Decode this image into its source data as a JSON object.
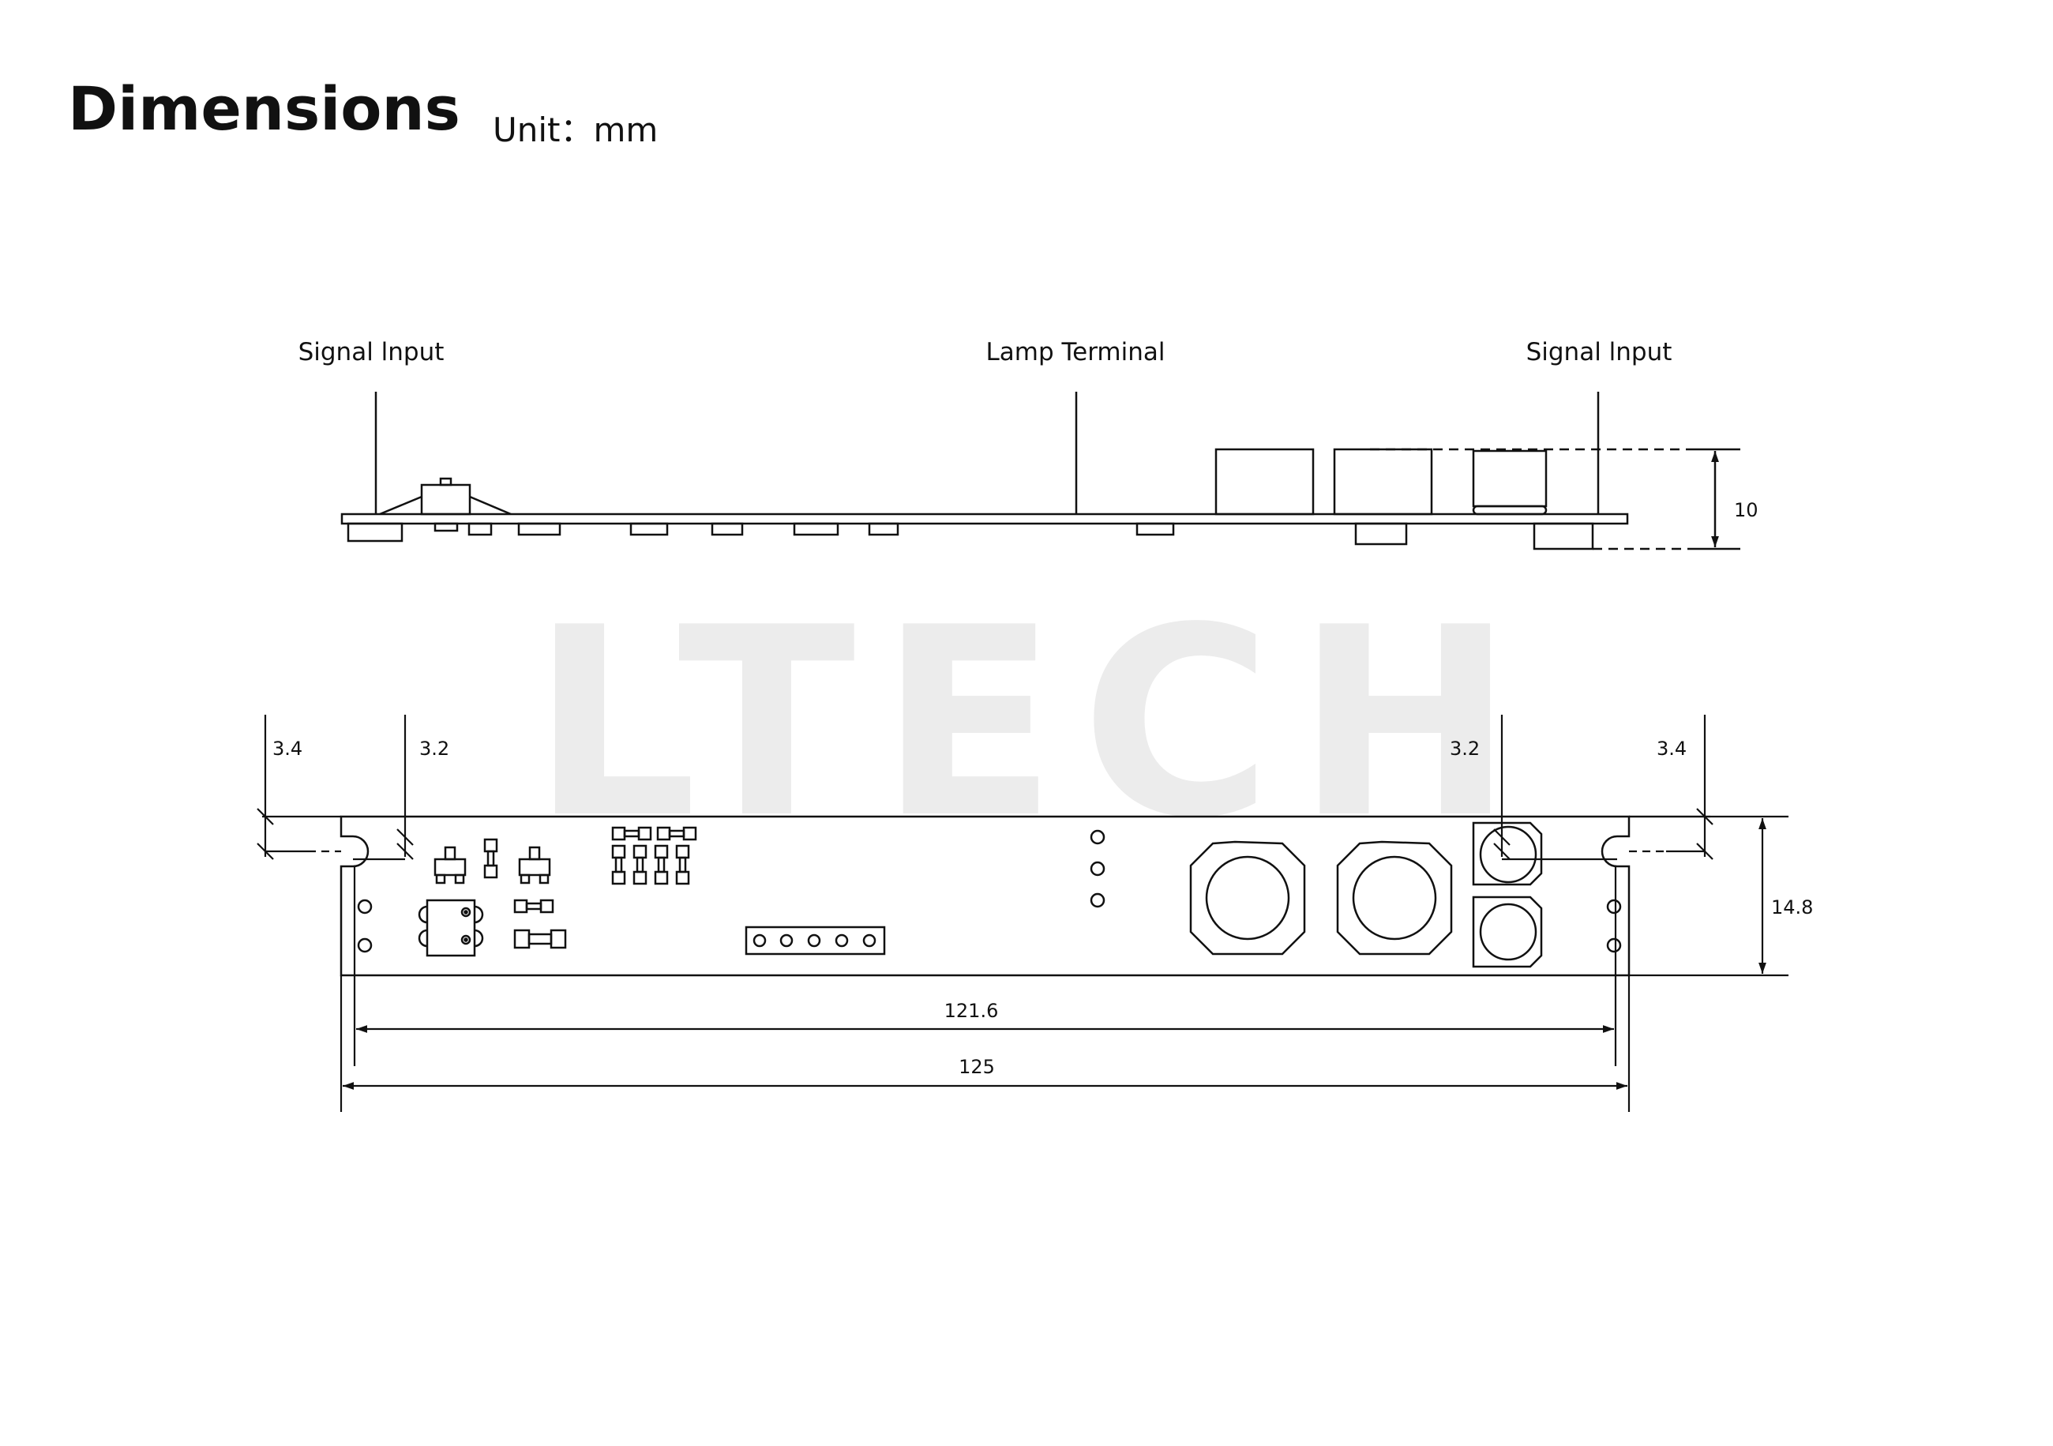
{
  "header": {
    "title": "Dimensions",
    "unit": "Unit：mm"
  },
  "side_view": {
    "labels": {
      "signal_input_left": "Signal lnput",
      "lamp_terminal": "Lamp Terminal",
      "signal_input_right": "Signal lnput"
    },
    "dim_height": "10"
  },
  "top_view": {
    "dim_left_outer": "3.4",
    "dim_left_inner": "3.2",
    "dim_right_inner": "3.2",
    "dim_right_outer": "3.4",
    "dim_width": "14.8",
    "dim_hole_span": "121.6",
    "dim_length": "125"
  },
  "watermark": "LTECH",
  "colors": {
    "line": "#111111",
    "watermark": "#ececec"
  }
}
